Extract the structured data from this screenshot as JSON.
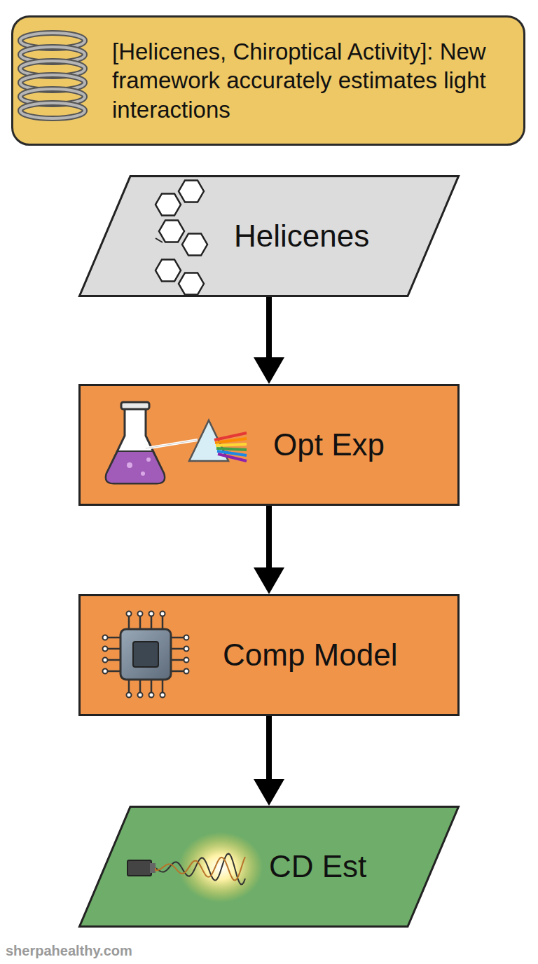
{
  "diagram": {
    "title": "[Helicenes, Chiroptical Activity]: New framework accurately estimates light interactions",
    "nodes": [
      {
        "text": [
          "Helicenes"
        ]
      },
      {
        "text": [
          "Opt Exp"
        ]
      },
      {
        "text": [
          "Comp Model"
        ]
      },
      {
        "text": [
          "CD Est"
        ]
      }
    ],
    "edges": [
      {
        "from": 0,
        "to": 1,
        "arrow": "to"
      },
      {
        "from": 1,
        "to": 2,
        "arrow": "to"
      },
      {
        "from": 2,
        "to": 3,
        "arrow": "to"
      }
    ],
    "labels": [
      "sherpahealthy.com"
    ]
  }
}
